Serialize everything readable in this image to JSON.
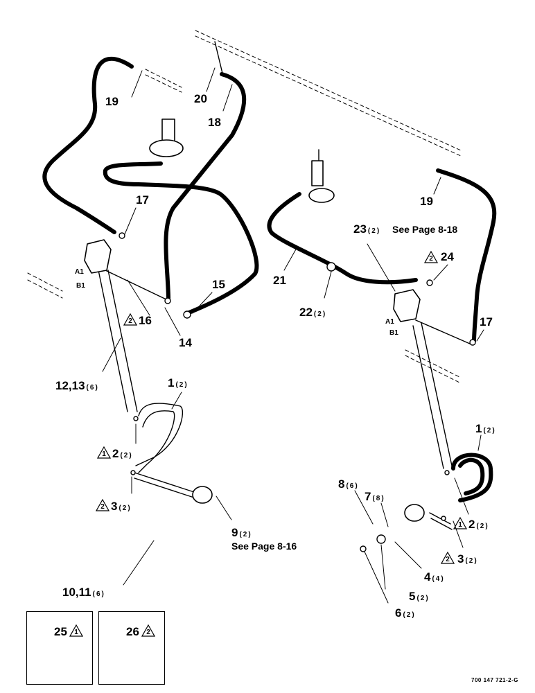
{
  "callouts": {
    "c19_left": "19",
    "c20": "20",
    "c18": "18",
    "c17_left": "17",
    "c15": "15",
    "c16": "16",
    "c14": "14",
    "c12_13": "12,13",
    "c12_13_qty": "(6)",
    "c1_left": "1",
    "c1_left_qty": "(2)",
    "c2_left": "2",
    "c2_left_qty": "(2)",
    "c3_left": "3",
    "c3_left_qty": "(2)",
    "c9": "9",
    "c9_qty": "(2)",
    "c10_11": "10,11",
    "c10_11_qty": "(6)",
    "c19_right": "19",
    "c21": "21",
    "c22": "22",
    "c22_qty": "(2)",
    "c23": "23",
    "c23_qty": "(2)",
    "c24": "24",
    "c17_right": "17",
    "c1_right": "1",
    "c1_right_qty": "(2)",
    "c8": "8",
    "c8_qty": "(6)",
    "c7": "7",
    "c7_qty": "(8)",
    "c2_right": "2",
    "c2_right_qty": "(2)",
    "c3_right": "3",
    "c3_right_qty": "(2)",
    "c4": "4",
    "c4_qty": "(4)",
    "c5": "5",
    "c5_qty": "(2)",
    "c6": "6",
    "c6_qty": "(2)",
    "c25": "25",
    "c26": "26"
  },
  "notes": {
    "see_page_8_18": "See Page 8-18",
    "see_page_8_16": "See Page 8-16"
  },
  "port_labels": {
    "a1": "A1",
    "b1": "B1"
  },
  "note_flags": {
    "n1": "1",
    "n2": "2"
  },
  "reference": "700 147 721-2-G"
}
